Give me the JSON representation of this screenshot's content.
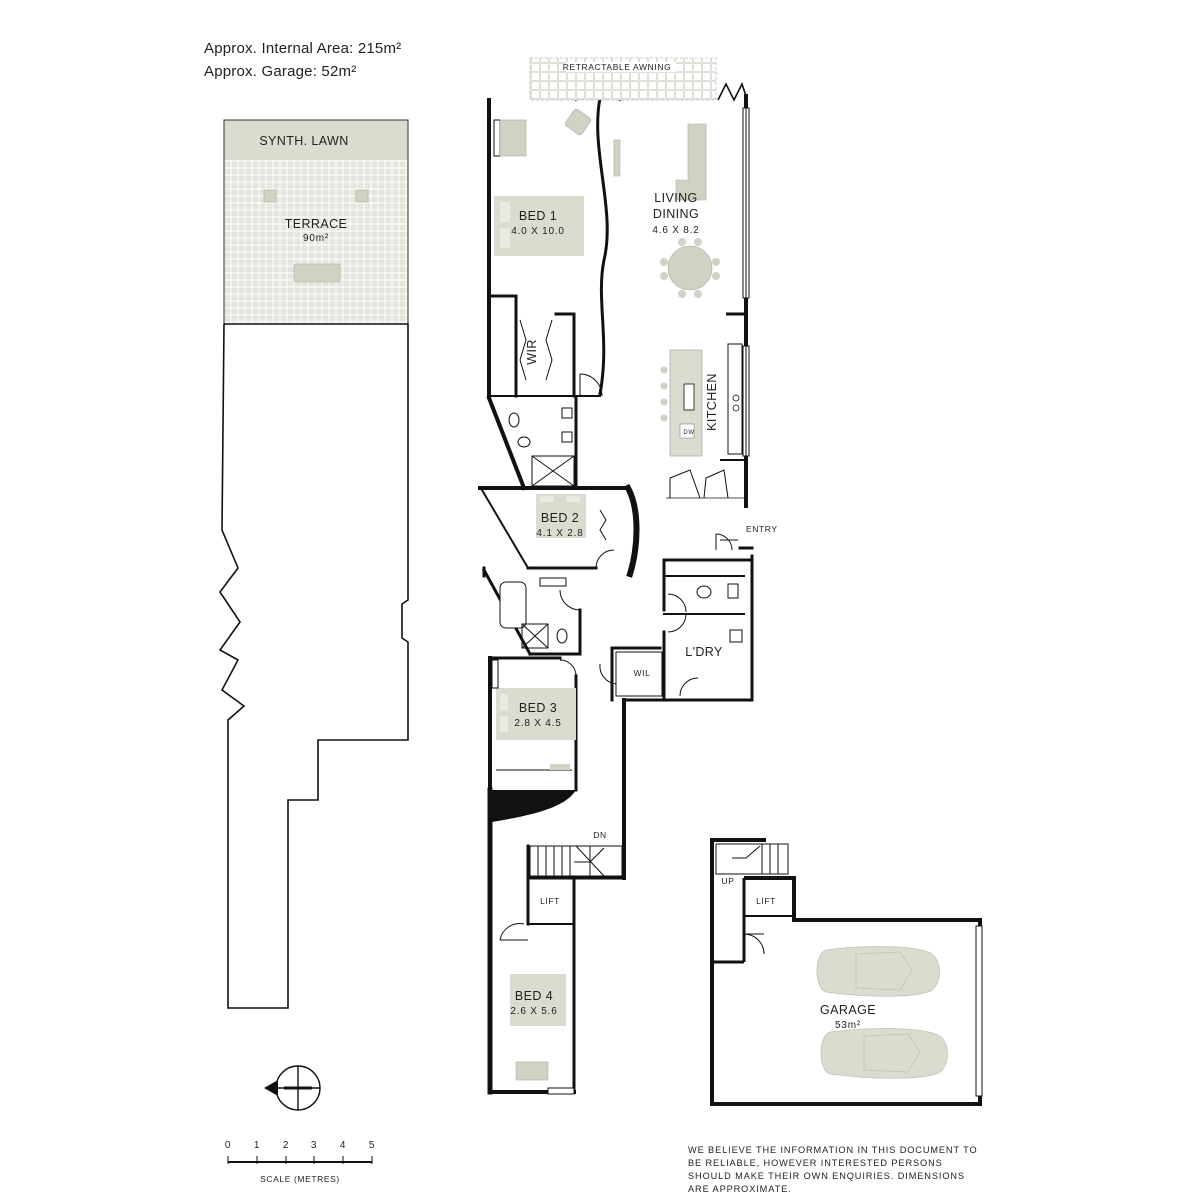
{
  "header": {
    "internal_area": "Approx. Internal Area: 215m²",
    "garage_area": "Approx. Garage: 52m²"
  },
  "terrace": {
    "lawn": "SYNTH. LAWN",
    "name": "TERRACE",
    "area": "90m²"
  },
  "awning": "RETRACTABLE AWNING",
  "rooms": {
    "bed1": {
      "name": "BED 1",
      "dim": "4.0 X 10.0"
    },
    "living": {
      "name1": "LIVING",
      "name2": "DINING",
      "dim": "4.6 X 8.2"
    },
    "wir": "WIR",
    "kitchen": "KITCHEN",
    "dw": "DW",
    "bed2": {
      "name": "BED 2",
      "dim": "4.1 X 2.8"
    },
    "entry": "ENTRY",
    "laundry": "L'DRY",
    "wil": "WIL",
    "bed3": {
      "name": "BED 3",
      "dim": "2.8 X 4.5"
    },
    "dn": "DN",
    "lift1": "LIFT",
    "bed4": {
      "name": "BED 4",
      "dim": "2.6 X 5.6"
    },
    "up": "UP",
    "lift2": "LIFT",
    "garage": {
      "name": "GARAGE",
      "area": "53m²"
    }
  },
  "scale": {
    "ticks": [
      "0",
      "1",
      "2",
      "3",
      "4",
      "5"
    ],
    "label": "SCALE (METRES)"
  },
  "disclaimer": "WE BELIEVE THE INFORMATION IN THIS DOCUMENT TO BE RELIABLE, HOWEVER INTERESTED PERSONS SHOULD MAKE THEIR OWN ENQUIRIES. DIMENSIONS ARE APPROXIMATE.",
  "colors": {
    "wall": "#111111",
    "room_fill": "#d9dccf",
    "furniture": "#cfd3c3",
    "tile": "#e6e8e0"
  }
}
